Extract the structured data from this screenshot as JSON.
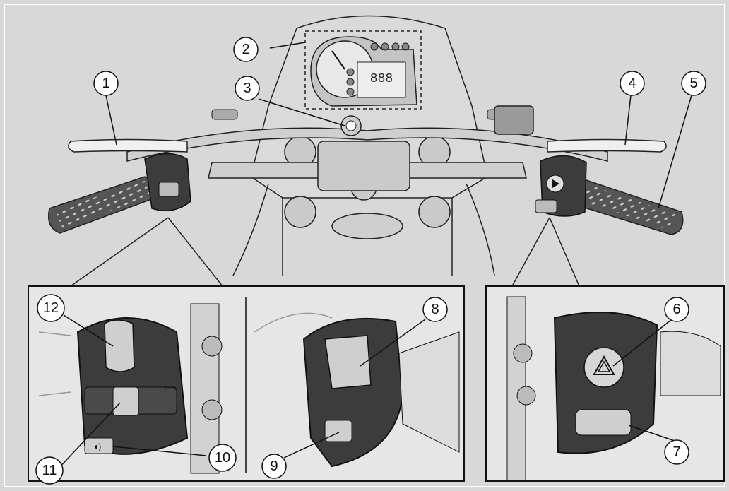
{
  "callouts": {
    "c1": "1",
    "c2": "2",
    "c3": "3",
    "c4": "4",
    "c5": "5",
    "c6": "6",
    "c7": "7",
    "c8": "8",
    "c9": "9",
    "c10": "10",
    "c11": "11",
    "c12": "12"
  },
  "colors": {
    "background": "#d8d8d8",
    "panel": "#e6e6e6",
    "switch_housing": "#3c3c3c",
    "grip": "#555555",
    "lever": "#f0f0f0",
    "outline": "#1a1a1a"
  },
  "icons": {
    "hazard": "hazard-triangle-icon",
    "horn": "horn-icon",
    "turn_signal": "turn-signal-arrows-icon",
    "start": "start-button-icon"
  }
}
